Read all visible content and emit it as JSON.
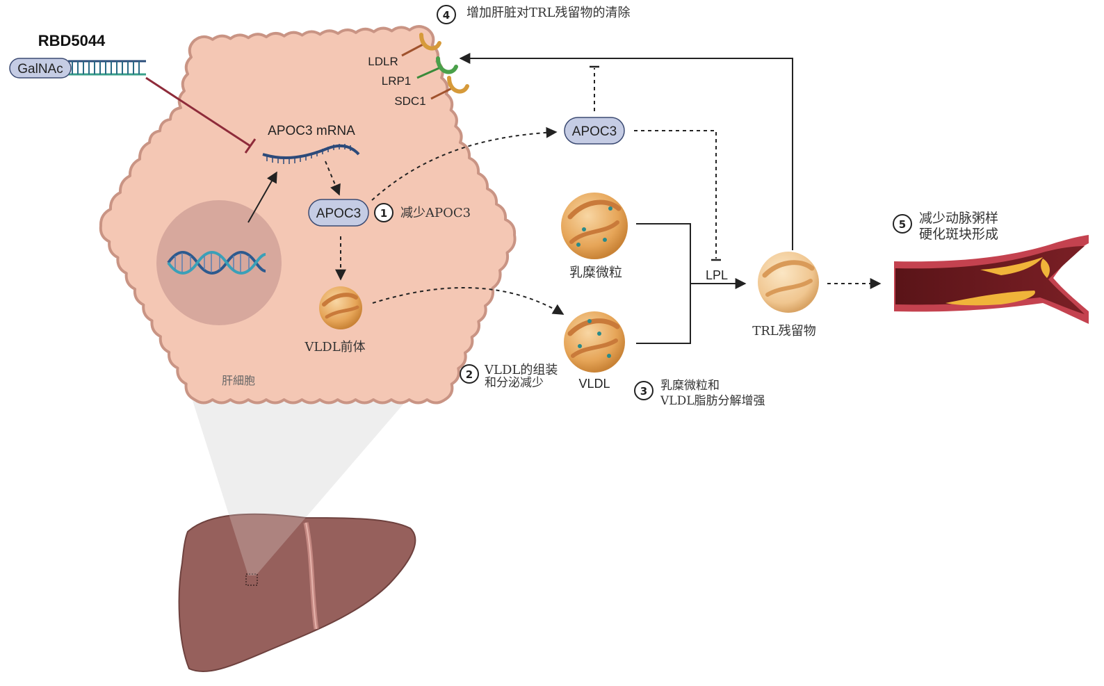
{
  "drug": {
    "name": "RBD5044",
    "conjugate": "GalNAc"
  },
  "hepatocyte": {
    "label": "肝細胞",
    "mrna_label": "APOC3 mRNA",
    "protein_label": "APOC3",
    "vldl_precursor_label": "VLDL前体",
    "receptors": [
      "LDLR",
      "LRP1",
      "SDC1"
    ]
  },
  "plasma": {
    "apoc3_label": "APOC3",
    "chylomicron_label": "乳糜微粒",
    "vldl_label": "VLDL",
    "lpl_label": "LPL",
    "trl_remnant_label": "TRL残留物"
  },
  "steps": [
    {
      "num": "1",
      "lines": [
        "减少APOC3"
      ]
    },
    {
      "num": "2",
      "lines": [
        "VLDL的组装",
        "和分泌减少"
      ]
    },
    {
      "num": "3",
      "lines": [
        "乳糜微粒和",
        "VLDL脂肪分解增强"
      ]
    },
    {
      "num": "4",
      "lines": [
        "增加肝脏对TRL残留物的清除"
      ]
    },
    {
      "num": "5",
      "lines": [
        "减少动脉粥样",
        "硬化斑块形成"
      ]
    }
  ],
  "colors": {
    "cell_fill": "#f4c7b4",
    "cell_stroke": "#c99484",
    "nucleus": "#d4a49a",
    "liver": "#96605c",
    "apo_pill": "#c5cce4",
    "particle": "#e8a85a",
    "inhibit_line": "#8e2b3a",
    "artery_wall": "#c4424f",
    "plaque": "#f0b43a"
  }
}
